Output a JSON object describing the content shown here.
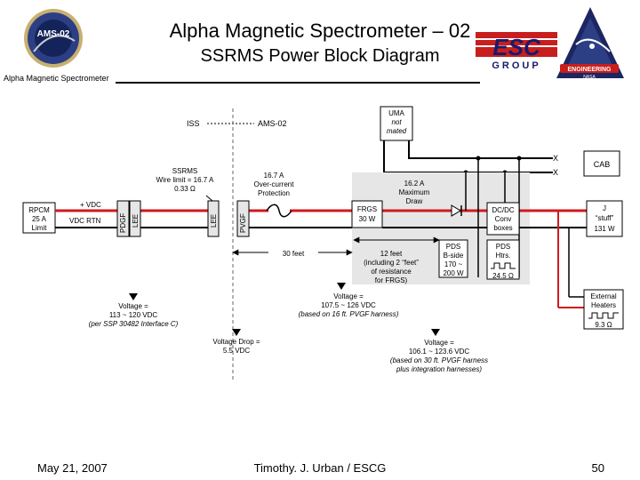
{
  "header": {
    "title": "Alpha Magnetic Spectrometer – 02",
    "subtitle": "SSRMS Power Block Diagram",
    "left_label": "Alpha Magnetic Spectrometer"
  },
  "logos": {
    "ams_text": "AMS-02",
    "esc_text": "ESC",
    "esc_group": "GROUP",
    "eng_line1": "ENGINEERING",
    "eng_line2": "NASA"
  },
  "colors": {
    "power_line": "#d0191e",
    "box_fill": "#e6e6e6",
    "ams_blue": "#2d3f84",
    "esc_red": "#c81e1e"
  },
  "diagram": {
    "iss": "ISS",
    "ams02": "AMS-02",
    "uma": [
      "UMA",
      "not",
      "mated"
    ],
    "x1": "X",
    "x2": "X",
    "cab": "CAB",
    "ssrms": [
      "SSRMS",
      "Wire limit = 16.7 A",
      "0.33 Ω"
    ],
    "overcurrent": [
      "16.7 A",
      "Over-current",
      "Protection"
    ],
    "maxdraw": [
      "16.2 A",
      "Maximum",
      "Draw"
    ],
    "rpcm": [
      "RPCM",
      "25 A",
      "Limit"
    ],
    "vdc": "+ VDC",
    "vdcrtn": "VDC RTN",
    "pdgf": "PDGF",
    "lee1": "LEE",
    "lee2": "LEE",
    "pvgf": "PVGF",
    "frgs": [
      "FRGS",
      "30 W"
    ],
    "dcdc": [
      "DC/DC",
      "Conv",
      "boxes"
    ],
    "load": [
      "J",
      "“stuff”",
      "131 W"
    ],
    "thirty": "30 feet",
    "twelve": [
      "12 feet",
      "(including 2 “feet”",
      "of resistance",
      "for FRGS)"
    ],
    "pds_b": [
      "PDS",
      "B-side",
      "170 ~",
      "200 W"
    ],
    "pds_h": [
      "PDS",
      "Htrs."
    ],
    "pds_ohm": "24.5 Ω",
    "ext": [
      "External",
      "Heaters"
    ],
    "ext_ohm": "9.3 Ω",
    "v1": [
      "Voltage =",
      "113 ~ 120 VDC",
      "(per SSP 30482 Interface C)"
    ],
    "v2": [
      "Voltage =",
      "107.5 ~ 126 VDC",
      "(based on 16 ft. PVGF harness)"
    ],
    "vdrop": [
      "Voltage Drop =",
      "5.5 VDC"
    ],
    "v3": [
      "Voltage =",
      "106.1 ~ 123.6 VDC",
      "(based on 30 ft. PVGF harness",
      "plus integration harnesses)"
    ]
  },
  "footer": {
    "date": "May 21, 2007",
    "author": "Timothy. J. Urban / ESCG",
    "page": "50"
  }
}
